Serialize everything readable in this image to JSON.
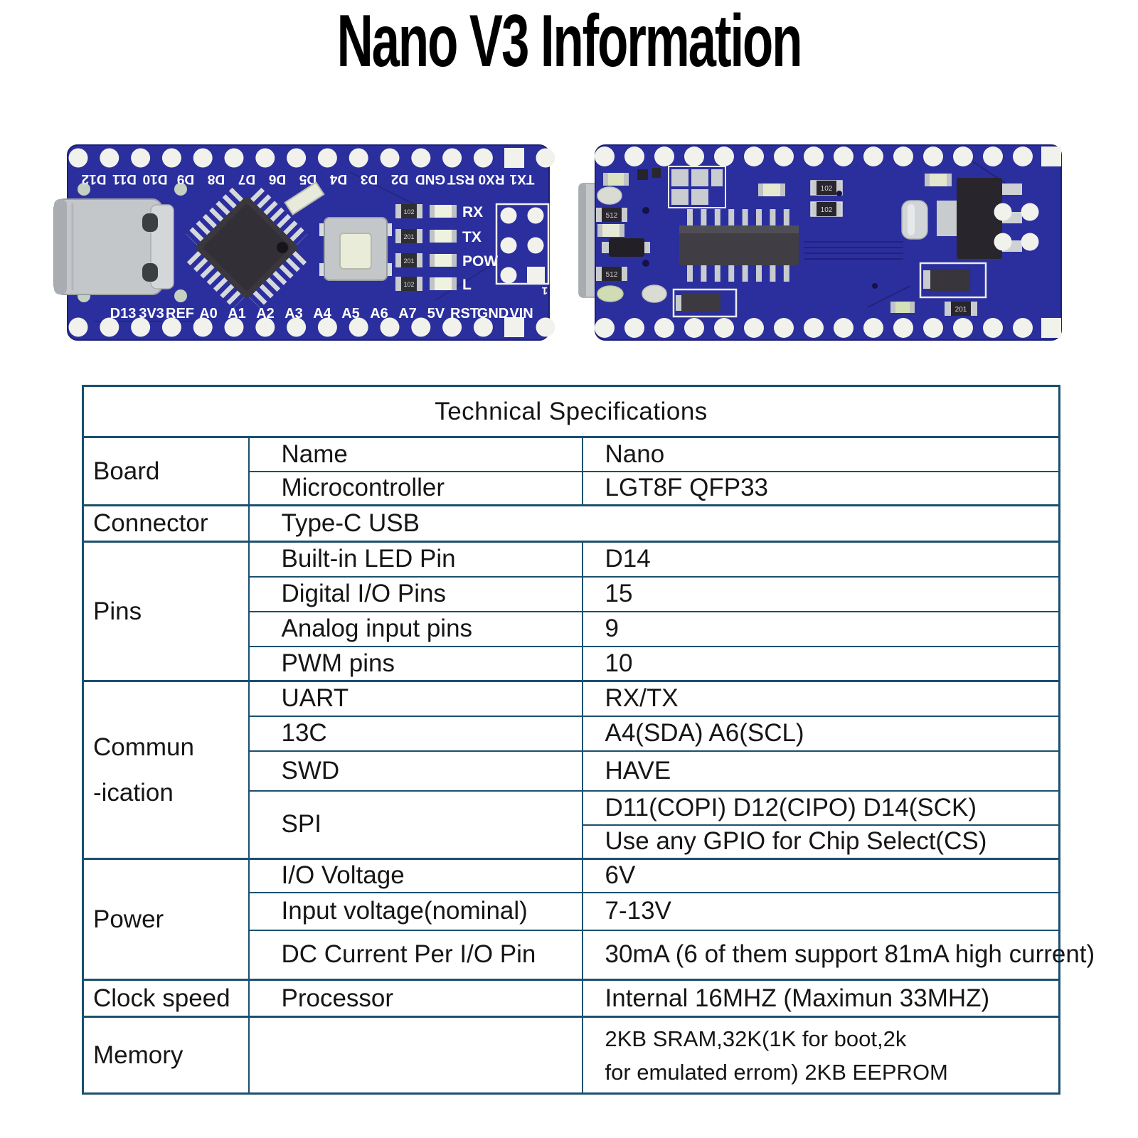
{
  "page": {
    "title": "Nano V3 Information"
  },
  "front_board": {
    "top_pins": [
      "D12",
      "D11",
      "D10",
      "D9",
      "D8",
      "D7",
      "D6",
      "D5",
      "D4",
      "D3",
      "D2",
      "GND",
      "RST",
      "RX0",
      "TX1"
    ],
    "bottom_pins": [
      "D13",
      "3V3",
      "REF",
      "A0",
      "A1",
      "A2",
      "A3",
      "A4",
      "A5",
      "A6",
      "A7",
      "5V",
      "RST",
      "GND",
      "VIN"
    ],
    "led_labels": [
      "RX",
      "TX",
      "POW",
      "L"
    ],
    "resistor_marks": [
      "102",
      "201",
      "201",
      "102"
    ],
    "icsp_pin1": "1"
  },
  "back_board": {
    "marks": [
      "512",
      "512",
      "102",
      "102",
      "201"
    ]
  },
  "colors": {
    "pcb_blue": "#2b2f9d",
    "table_border": "#1a506f"
  },
  "spec_table": {
    "title": "Technical Specifications",
    "groups": [
      {
        "label": "Board",
        "rows": [
          {
            "name": "Name",
            "value": "Nano"
          },
          {
            "name": "Microcontroller",
            "value": "LGT8F QFP33"
          }
        ]
      },
      {
        "label": "Connector",
        "rows": [
          {
            "name": "Type-C USB"
          }
        ]
      },
      {
        "label": "Pins",
        "rows": [
          {
            "name": "Built-in LED Pin",
            "value": "D14"
          },
          {
            "name": "Digital I/O Pins",
            "value": "15"
          },
          {
            "name": "Analog input pins",
            "value": "9"
          },
          {
            "name": "PWM pins",
            "value": "10"
          }
        ]
      },
      {
        "label_lines": [
          "Commun",
          "-ication"
        ],
        "rows": [
          {
            "name": "UART",
            "value": "RX/TX"
          },
          {
            "name": "13C",
            "value": "A4(SDA) A6(SCL)"
          },
          {
            "name": "SWD",
            "value": "HAVE"
          },
          {
            "name": "SPI",
            "value": "D11(COPI) D12(CIPO) D14(SCK)",
            "value2": "Use any GPIO for Chip Select(CS)"
          }
        ]
      },
      {
        "label": "Power",
        "rows": [
          {
            "name": "I/O Voltage",
            "value": "6V"
          },
          {
            "name": "Input voltage(nominal)",
            "value": "7-13V"
          },
          {
            "name": "DC Current Per I/O Pin",
            "value": "30mA (6 of them support 81mA high current)"
          }
        ]
      },
      {
        "label": "Clock speed",
        "rows": [
          {
            "name": "Processor",
            "value": "Internal 16MHZ (Maximun 33MHZ)"
          }
        ]
      },
      {
        "label": "Memory",
        "rows": [
          {
            "value_lines": [
              "2KB SRAM,32K(1K for boot,2k",
              "for emulated errom) 2KB EEPROM"
            ]
          }
        ]
      }
    ]
  }
}
